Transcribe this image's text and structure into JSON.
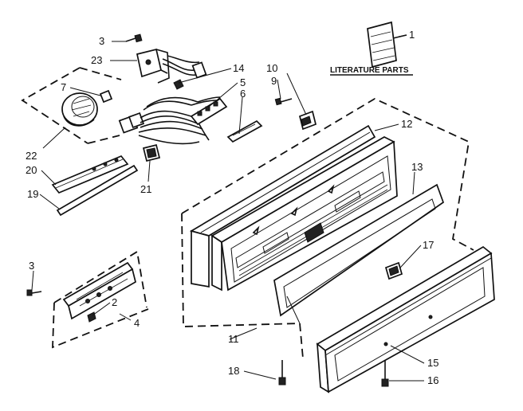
{
  "diagram": {
    "caption": "LITERATURE PARTS",
    "callouts": {
      "c1": "1",
      "c2": "2",
      "c3a": "3",
      "c3b": "3",
      "c4": "4",
      "c5": "5",
      "c6": "6",
      "c7": "7",
      "c9": "9",
      "c10": "10",
      "c11": "11",
      "c12": "12",
      "c13": "13",
      "c14": "14",
      "c15": "15",
      "c16": "16",
      "c17": "17",
      "c18": "18",
      "c19": "19",
      "c20": "20",
      "c21": "21",
      "c22": "22",
      "c23": "23"
    }
  }
}
